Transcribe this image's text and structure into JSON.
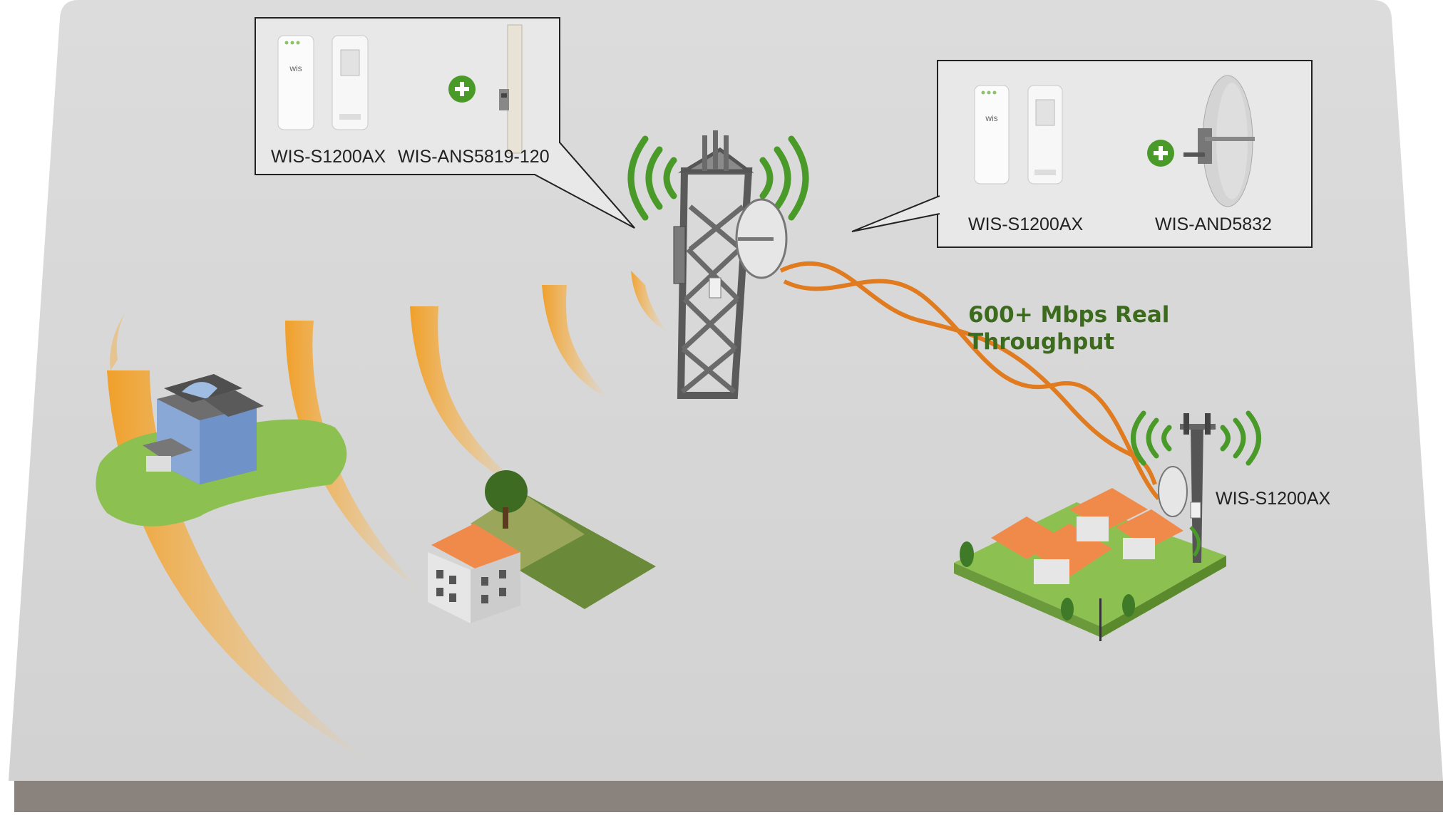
{
  "colors": {
    "platform": "#d8d8d8",
    "platform_edge": "#8a827c",
    "signal_orange": "#f4a11e",
    "link_orange": "#e07b1f",
    "signal_green": "#4a9a2a",
    "headline_green": "#3d6b1d",
    "lawn_green": "#8cc152"
  },
  "left_callout": {
    "radio_label": "WIS-S1200AX",
    "antenna_label": "WIS-ANS5819-120",
    "plus_icon": "plus-circle-icon"
  },
  "right_callout": {
    "radio_label": "WIS-S1200AX",
    "antenna_label": "WIS-AND5832",
    "plus_icon": "plus-circle-icon"
  },
  "link": {
    "headline_line1": "600+ Mbps Real",
    "headline_line2": "Throughput"
  },
  "remote_site": {
    "label": "WIS-S1200AX"
  }
}
